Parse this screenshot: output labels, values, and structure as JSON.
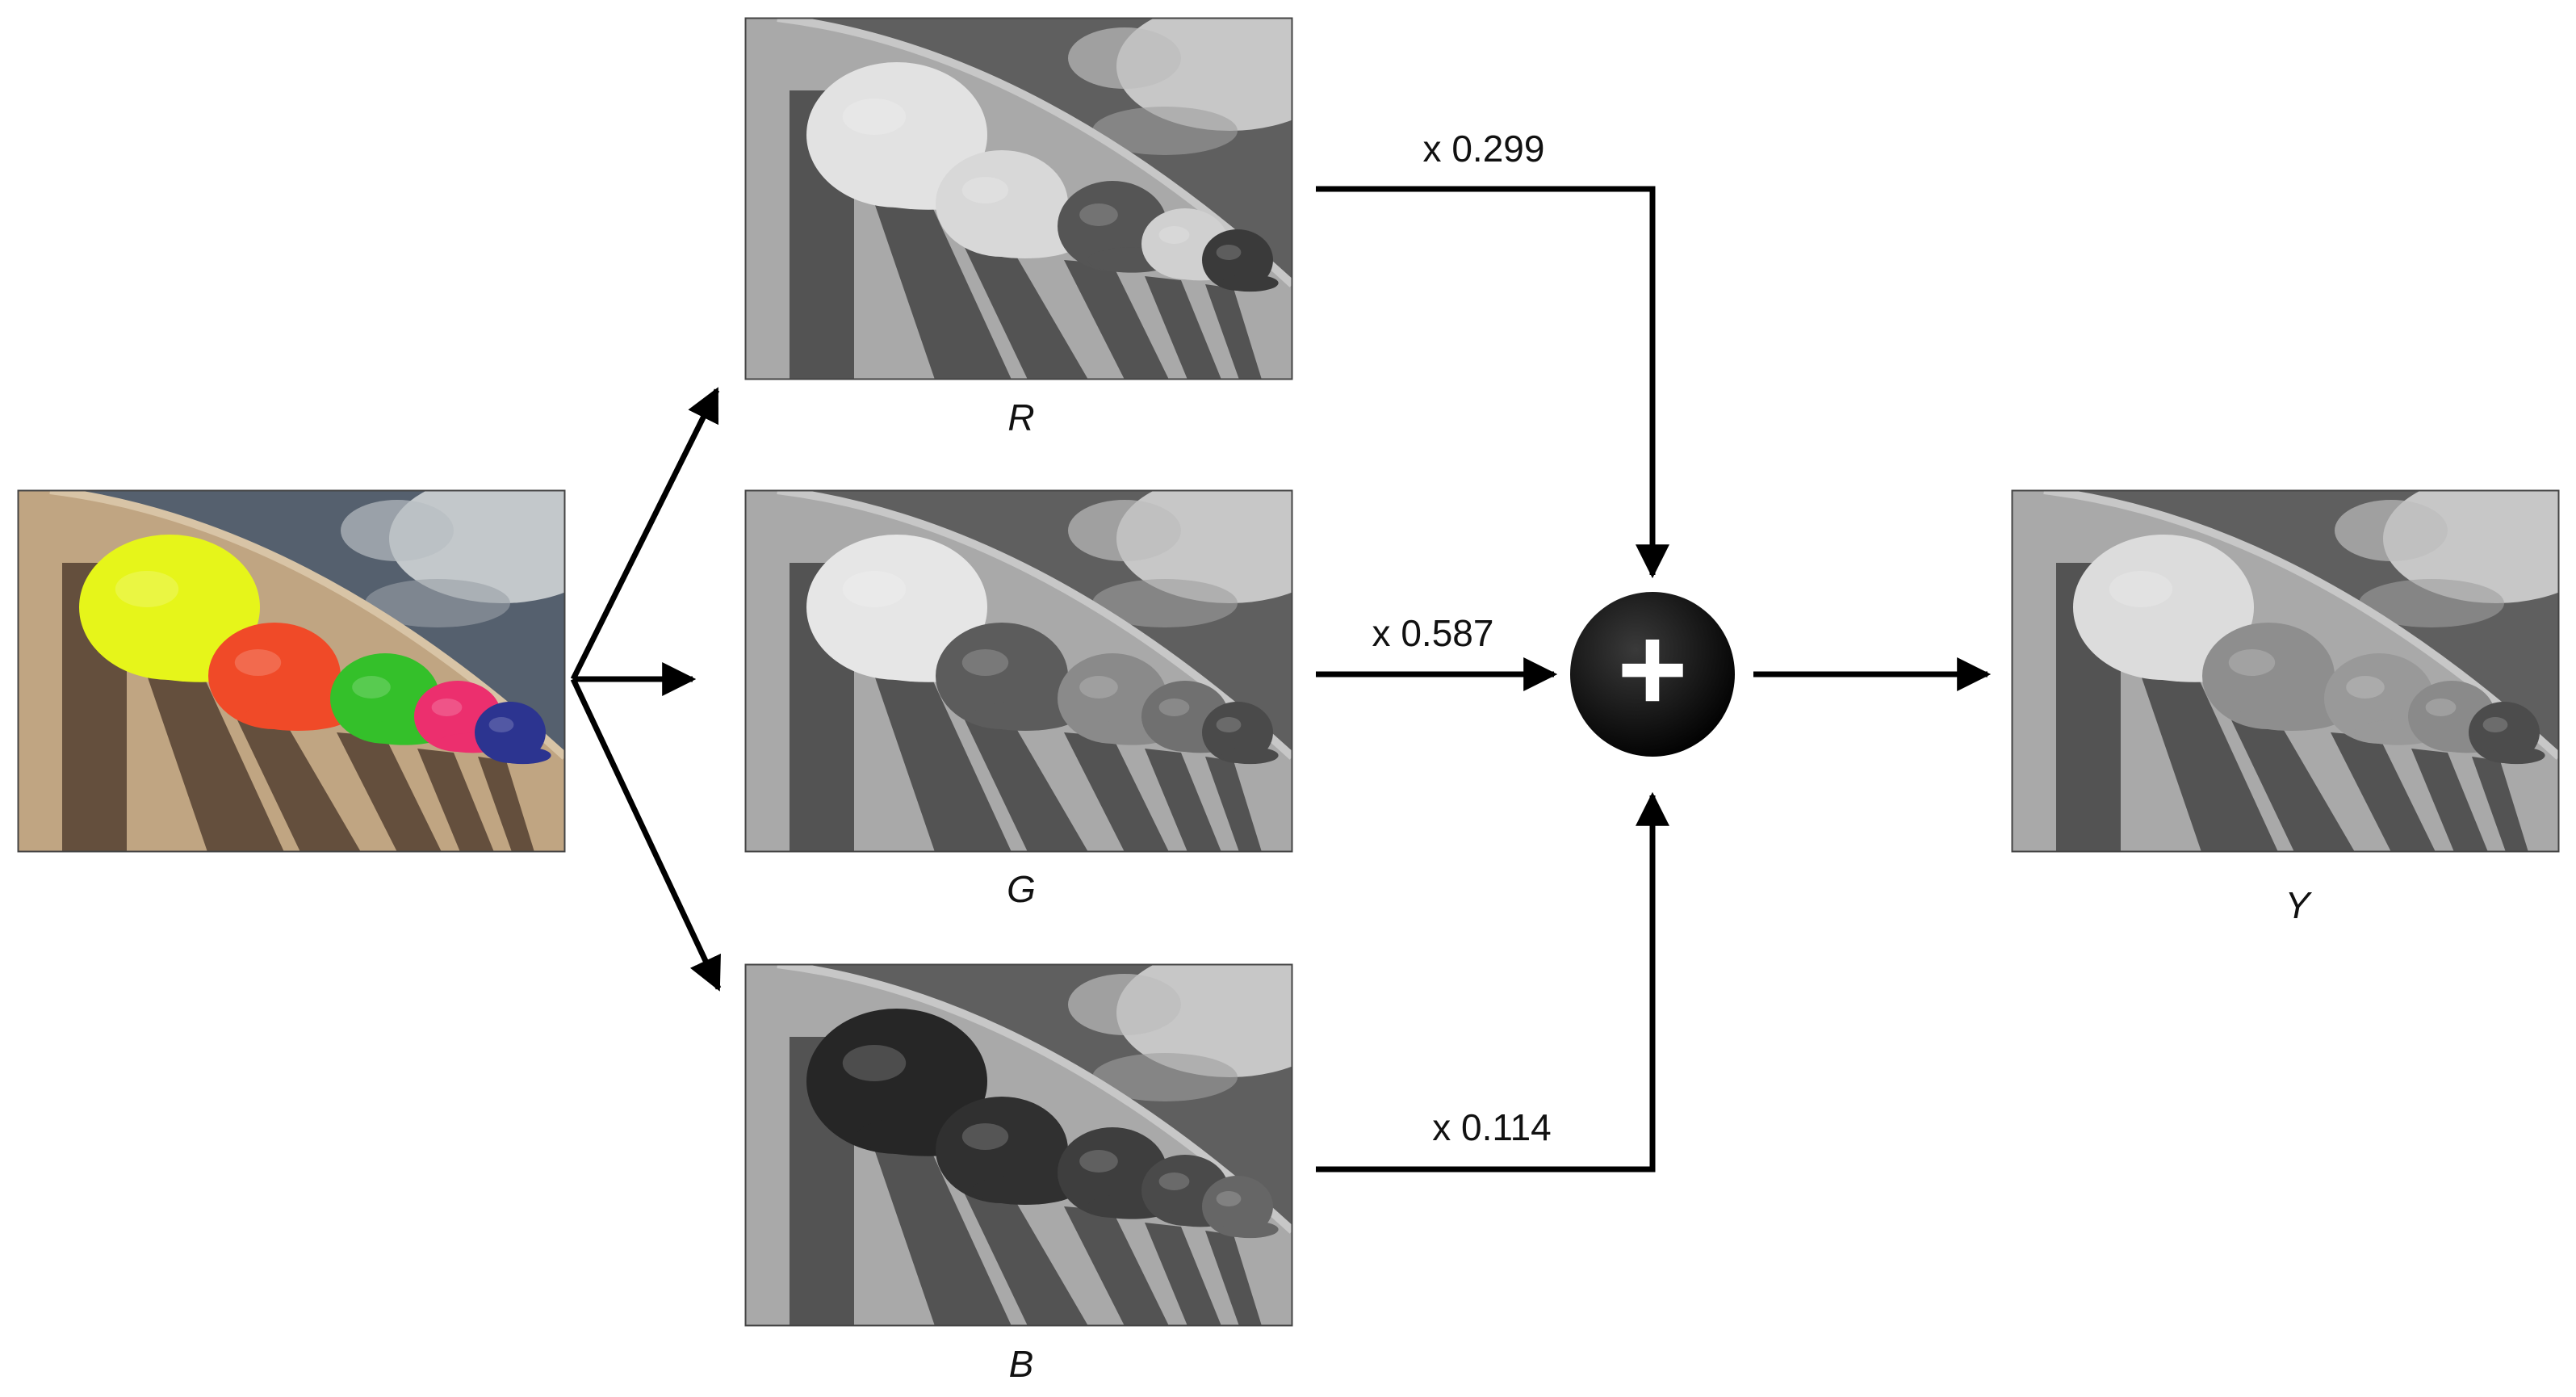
{
  "channels": [
    {
      "label": "R",
      "weight": "x 0.299"
    },
    {
      "label": "G",
      "weight": "x 0.587"
    },
    {
      "label": "B",
      "weight": "x 0.114"
    }
  ],
  "output": {
    "label": "Y"
  },
  "sum_symbol": "+",
  "colors": {
    "stroke": "#000000",
    "sky": "#55606e",
    "wall_light": "#c0a582",
    "wall_shadow": "#4c3a2c",
    "hat_1": "#e6f51a",
    "hat_2": "#f04a28",
    "hat_3": "#34c02a",
    "hat_4": "#ec2f6e",
    "hat_5": "#2c3490"
  }
}
